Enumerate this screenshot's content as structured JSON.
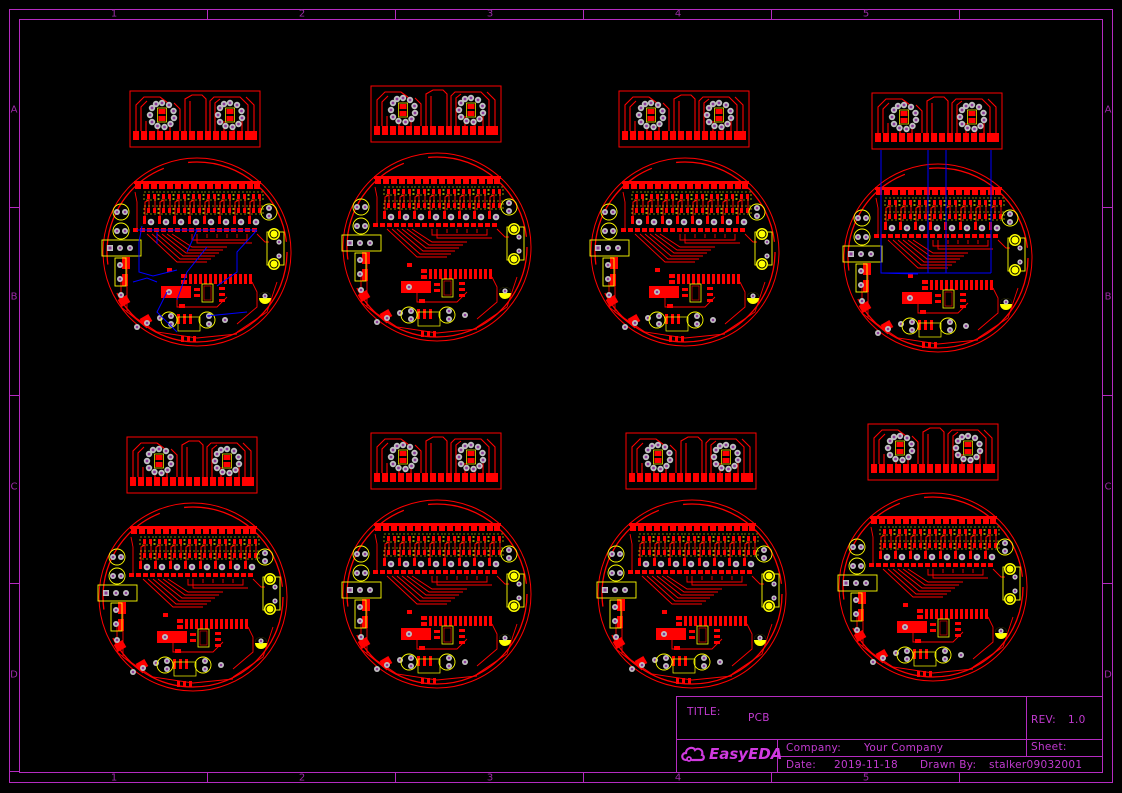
{
  "app": "EasyEDA",
  "sheet": {
    "background_color": "#000000",
    "frame_color": "#b42bc0",
    "columns": [
      "1",
      "2",
      "3",
      "4",
      "5"
    ],
    "rows": [
      "A",
      "B",
      "C",
      "D"
    ]
  },
  "title_block": {
    "title_label": "TITLE:",
    "title_value": "PCB",
    "rev_label": "REV:",
    "rev_value": "1.0",
    "company_label": "Company:",
    "company_value": "Your Company",
    "sheet_label": "Sheet:",
    "sheet_value": "",
    "date_label": "Date:",
    "date_value": "2019-11-18",
    "drawn_by_label": "Drawn By:",
    "drawn_by_value": "stalker09032001",
    "logo_text": "EasyEDA",
    "logo_icon": "cloud-icon"
  },
  "layer_colors": {
    "top_copper": "#ff0000",
    "bottom_copper": "#0000ff",
    "silkscreen": "#ffff00",
    "board_outline": "#ff0000",
    "multilayer_pad": "#c0c0c0",
    "pad_hole": "#8a3a9a",
    "frame": "#b42bc0"
  },
  "boards": [
    {
      "id": "board-1",
      "row": 1,
      "col": 1,
      "has_bottom_traces": true
    },
    {
      "id": "board-2",
      "row": 1,
      "col": 2,
      "has_bottom_traces": false
    },
    {
      "id": "board-3",
      "row": 1,
      "col": 3,
      "has_bottom_traces": false
    },
    {
      "id": "board-4",
      "row": 1,
      "col": 4,
      "has_bottom_traces": true
    },
    {
      "id": "board-5",
      "row": 2,
      "col": 1,
      "has_bottom_traces": false
    },
    {
      "id": "board-6",
      "row": 2,
      "col": 2,
      "has_bottom_traces": false
    },
    {
      "id": "board-7",
      "row": 2,
      "col": 3,
      "has_bottom_traces": false
    },
    {
      "id": "board-8",
      "row": 2,
      "col": 4,
      "has_bottom_traces": false
    }
  ]
}
